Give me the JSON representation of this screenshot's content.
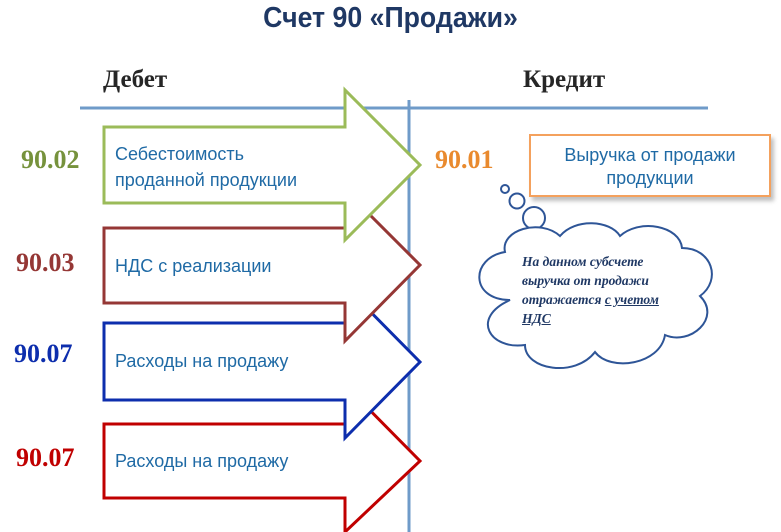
{
  "title": "Счет 90 «Продажи»",
  "columns": {
    "debit": "Дебет",
    "credit": "Кредит"
  },
  "debit_entries": [
    {
      "code": "90.02",
      "label_line1": "Себестоимость",
      "label_line2": "проданной продукции",
      "color": "#9bbb59"
    },
    {
      "code": "90.03",
      "label": "НДС с реализации",
      "color": "#953735"
    },
    {
      "code": "90.07",
      "label": "Расходы на продажу",
      "color": "#0d2ead"
    },
    {
      "code": "90.07",
      "label": "Расходы на продажу",
      "color": "#c00000"
    }
  ],
  "credit_entry": {
    "code": "90.01",
    "label_line1": "Выручка от продажи",
    "label_line2": "продукции",
    "color": "#e98a2e"
  },
  "note": {
    "line1": "На данном субсчете",
    "line2": "выручка от продажи",
    "line3_plain": "отражается ",
    "line3_underlined": "с учетом",
    "line4_underlined": "НДС"
  },
  "colors": {
    "title": "#1f3864",
    "t_lines": "#6f9bc9",
    "text_blue": "#1f6aa5",
    "cloud_border": "#2e5597"
  }
}
